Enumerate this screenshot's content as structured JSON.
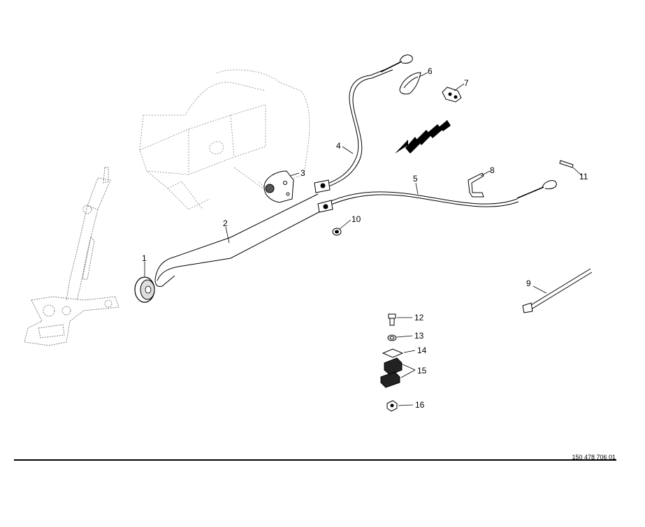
{
  "diagram": {
    "callouts": [
      {
        "id": "1",
        "label": "1"
      },
      {
        "id": "2",
        "label": "2"
      },
      {
        "id": "3",
        "label": "3"
      },
      {
        "id": "4",
        "label": "4"
      },
      {
        "id": "5",
        "label": "5"
      },
      {
        "id": "6",
        "label": "6"
      },
      {
        "id": "7",
        "label": "7"
      },
      {
        "id": "8",
        "label": "8"
      },
      {
        "id": "9",
        "label": "9"
      },
      {
        "id": "10",
        "label": "10"
      },
      {
        "id": "11",
        "label": "11"
      },
      {
        "id": "12",
        "label": "12"
      },
      {
        "id": "13",
        "label": "13"
      },
      {
        "id": "14",
        "label": "14"
      },
      {
        "id": "15",
        "label": "15"
      },
      {
        "id": "16",
        "label": "16"
      }
    ],
    "reference_number": "150 478 706 01"
  }
}
